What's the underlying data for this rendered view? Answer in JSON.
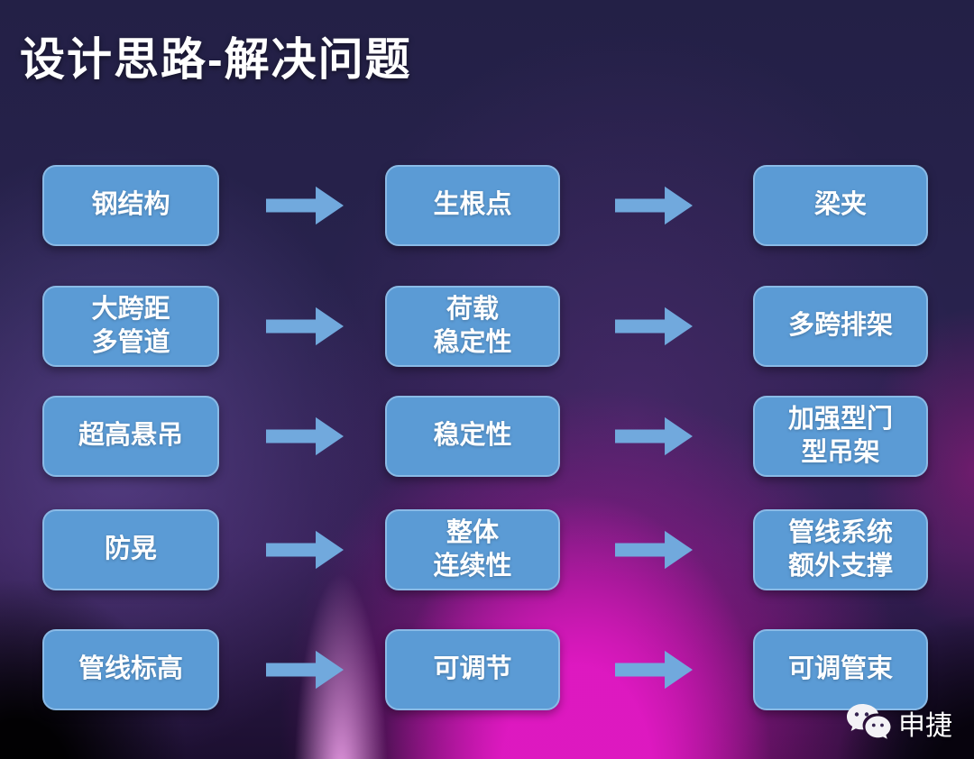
{
  "title": "设计思路-解决问题",
  "flow": {
    "rows": [
      {
        "problem": "钢结构",
        "need": "生根点",
        "solution": "梁夹"
      },
      {
        "problem": "大跨距\n多管道",
        "need": "荷载\n稳定性",
        "solution": "多跨排架"
      },
      {
        "problem": "超高悬吊",
        "need": "稳定性",
        "solution": "加强型门\n型吊架"
      },
      {
        "problem": "防晃",
        "need": "整体\n连续性",
        "solution": "管线系统\n额外支撑"
      },
      {
        "problem": "管线标高",
        "need": "可调节",
        "solution": "可调管束"
      }
    ]
  },
  "watermark": {
    "icon": "wechat-icon",
    "label": "申捷"
  },
  "colors": {
    "box_fill": "#5B9BD5",
    "box_border": "#8ABAE6",
    "arrow_fill": "#71A9DD",
    "background_top": "#232046",
    "magenta_glow": "#C414AE",
    "pink_streak": "#F0A0EE",
    "text": "#FFFFFF"
  }
}
